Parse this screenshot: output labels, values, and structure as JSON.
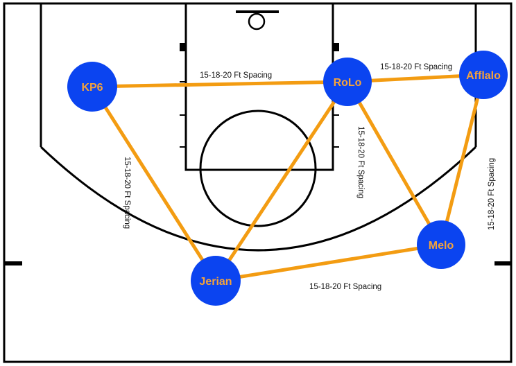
{
  "colors": {
    "court_line": "#000000",
    "court_background": "#ffffff",
    "player_fill": "#0b44f0",
    "player_text": "#f5a33a",
    "spacing_line": "#f39c12",
    "spacing_text": "#111111"
  },
  "players": [
    {
      "id": "kp6",
      "label": "KP6"
    },
    {
      "id": "rolo",
      "label": "RoLo"
    },
    {
      "id": "afflalo",
      "label": "Afflalo"
    },
    {
      "id": "melo",
      "label": "Melo"
    },
    {
      "id": "jerian",
      "label": "Jerian"
    }
  ],
  "connections": [
    {
      "from": "kp6",
      "to": "rolo"
    },
    {
      "from": "rolo",
      "to": "afflalo"
    },
    {
      "from": "kp6",
      "to": "jerian"
    },
    {
      "from": "jerian",
      "to": "rolo"
    },
    {
      "from": "rolo",
      "to": "melo"
    },
    {
      "from": "afflalo",
      "to": "melo"
    },
    {
      "from": "jerian",
      "to": "melo"
    }
  ],
  "spacing_labels": {
    "top_center": "15-18-20 Ft Spacing",
    "top_right": "15-18-20 Ft Spacing",
    "left_diagonal": "15-18-20 Ft Spacing",
    "center_diagonal": "15-18-20 Ft Spacing",
    "right_vertical": "15-18-20 Ft Spacing",
    "bottom": "15-18-20 Ft Spacing"
  }
}
